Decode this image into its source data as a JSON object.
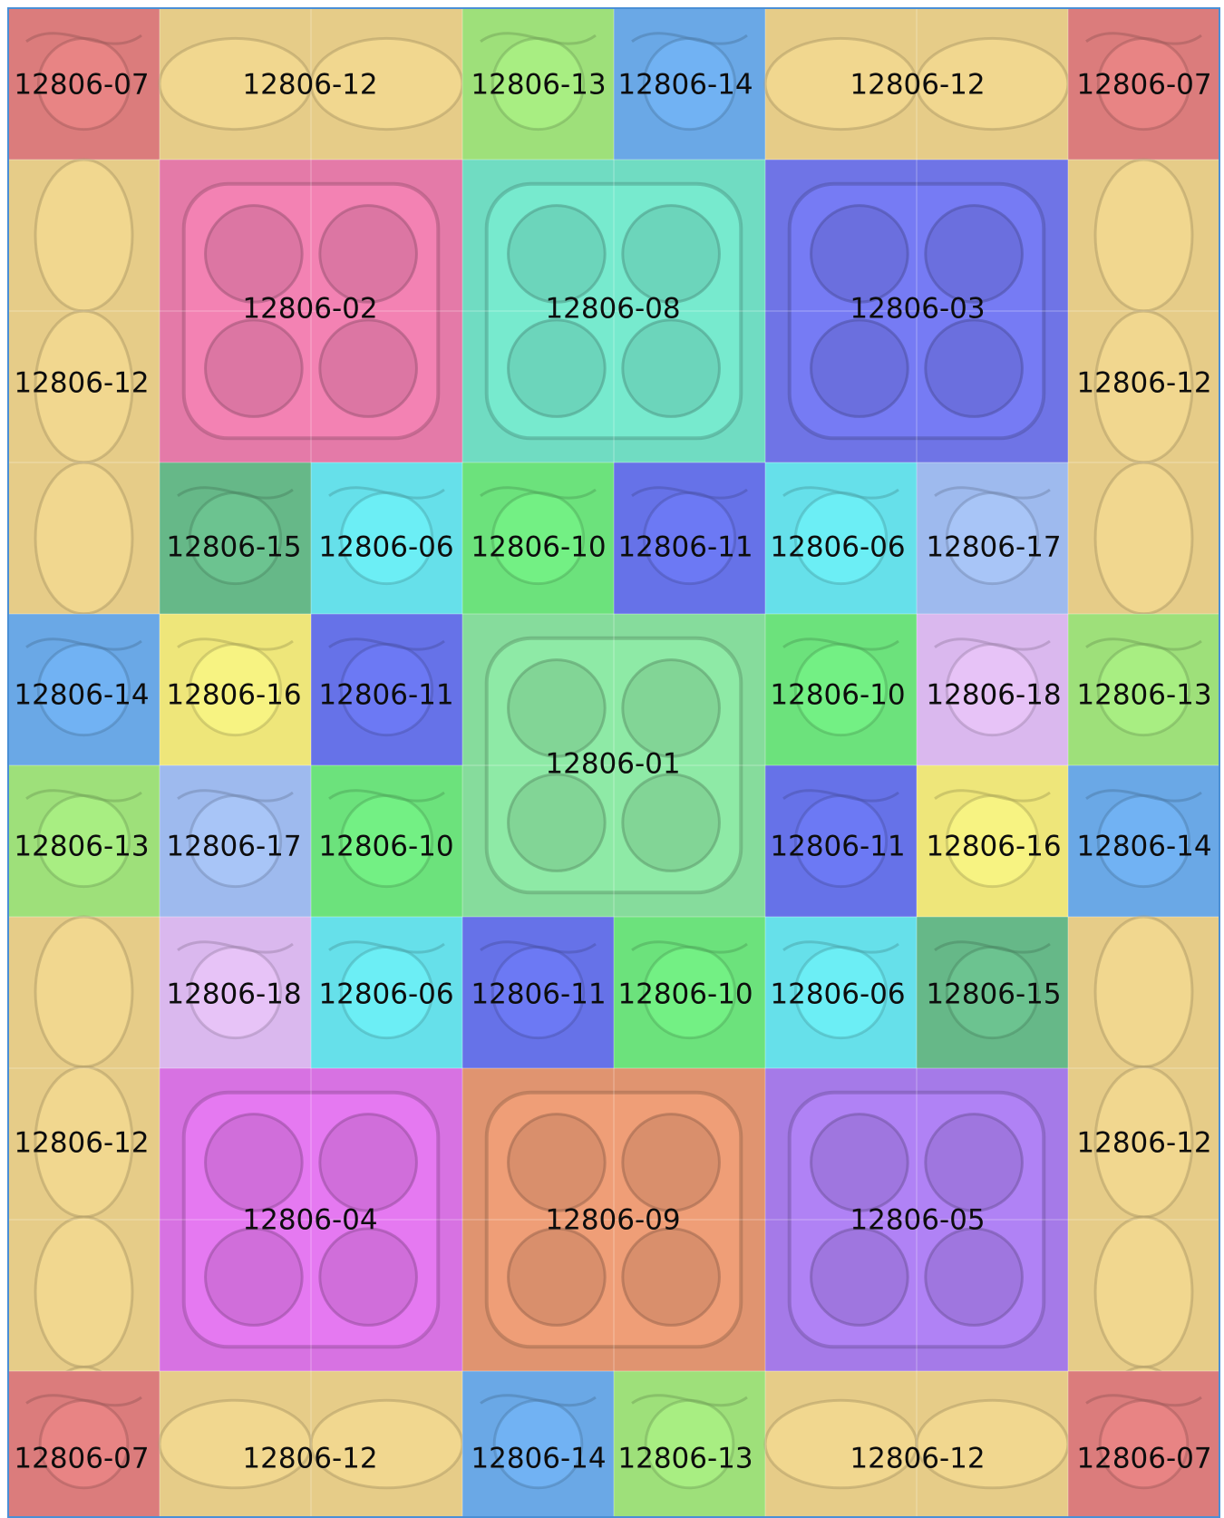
{
  "quilt": {
    "colors": {
      "12806-01": "#86dc9c",
      "12806-02": "#e47aa8",
      "12806-03": "#6f74e6",
      "12806-04": "#d772e2",
      "12806-05": "#a57ae8",
      "12806-06": "#66e0ea",
      "12806-07": "#db7c7c",
      "12806-08": "#70dcc2",
      "12806-09": "#e09470",
      "12806-10": "#6ce27c",
      "12806-11": "#6672e8",
      "12806-12": "#e6cc88",
      "12806-13": "#9ee07a",
      "12806-14": "#6aa8e6",
      "12806-15": "#66b888",
      "12806-16": "#eee67a",
      "12806-17": "#9ebaee",
      "12806-18": "#dab8ee"
    },
    "border_color": "#4a8fd6",
    "blocks": [
      {
        "code": "12806-07",
        "icon": "flourish-corner-icon"
      },
      {
        "code": "12806-12",
        "icon": "scroll-arch-icon"
      },
      {
        "code": "12806-13",
        "icon": "holly-wave-icon"
      },
      {
        "code": "12806-14",
        "icon": "bell-wave-icon"
      },
      {
        "code": "12806-12",
        "icon": "scroll-arch-icon"
      },
      {
        "code": "12806-07",
        "icon": "flourish-corner-icon"
      },
      {
        "code": "12806-12",
        "icon": "scroll-arch-icon"
      },
      {
        "code": "12806-02",
        "icon": "snowflake-medallion-icon"
      },
      {
        "code": "12806-08",
        "icon": "holly-medallion-icon"
      },
      {
        "code": "12806-03",
        "icon": "holly-leaf-medallion-icon"
      },
      {
        "code": "12806-12",
        "icon": "scroll-arch-icon"
      },
      {
        "code": "12806-15",
        "icon": "holly-leaf-icon"
      },
      {
        "code": "12806-06",
        "icon": "heart-scroll-icon"
      },
      {
        "code": "12806-10",
        "icon": "holly-wave-icon"
      },
      {
        "code": "12806-11",
        "icon": "bell-wave-icon"
      },
      {
        "code": "12806-06",
        "icon": "heart-scroll-icon"
      },
      {
        "code": "12806-17",
        "icon": "ornament-ball-icon"
      },
      {
        "code": "12806-14",
        "icon": "bell-arch-icon"
      },
      {
        "code": "12806-16",
        "icon": "christmas-tree-icon"
      },
      {
        "code": "12806-11",
        "icon": "bell-arch-icon"
      },
      {
        "code": "12806-01",
        "icon": "bell-medallion-icon"
      },
      {
        "code": "12806-10",
        "icon": "holly-arch-icon"
      },
      {
        "code": "12806-18",
        "icon": "snowflake-icon"
      },
      {
        "code": "12806-13",
        "icon": "holly-arch-icon"
      },
      {
        "code": "12806-13",
        "icon": "holly-arch-icon"
      },
      {
        "code": "12806-17",
        "icon": "ornament-ball-icon"
      },
      {
        "code": "12806-10",
        "icon": "holly-arch-icon"
      },
      {
        "code": "12806-11",
        "icon": "bell-arch-icon"
      },
      {
        "code": "12806-16",
        "icon": "christmas-tree-icon"
      },
      {
        "code": "12806-14",
        "icon": "bell-arch-icon"
      },
      {
        "code": "12806-18",
        "icon": "snowflake-icon"
      },
      {
        "code": "12806-06",
        "icon": "heart-scroll-icon"
      },
      {
        "code": "12806-11",
        "icon": "bell-wave-icon"
      },
      {
        "code": "12806-10",
        "icon": "holly-wave-icon"
      },
      {
        "code": "12806-06",
        "icon": "heart-scroll-icon"
      },
      {
        "code": "12806-15",
        "icon": "holly-leaf-icon"
      },
      {
        "code": "12806-12",
        "icon": "scroll-arch-icon"
      },
      {
        "code": "12806-04",
        "icon": "tree-medallion-icon"
      },
      {
        "code": "12806-09",
        "icon": "scroll-medallion-icon"
      },
      {
        "code": "12806-05",
        "icon": "ornament-medallion-icon"
      },
      {
        "code": "12806-12",
        "icon": "scroll-arch-icon"
      },
      {
        "code": "12806-07",
        "icon": "flourish-corner-icon"
      },
      {
        "code": "12806-12",
        "icon": "scroll-arch-icon"
      },
      {
        "code": "12806-14",
        "icon": "bell-wave-icon"
      },
      {
        "code": "12806-13",
        "icon": "holly-wave-icon"
      },
      {
        "code": "12806-12",
        "icon": "scroll-arch-icon"
      },
      {
        "code": "12806-07",
        "icon": "flourish-corner-icon"
      }
    ]
  }
}
